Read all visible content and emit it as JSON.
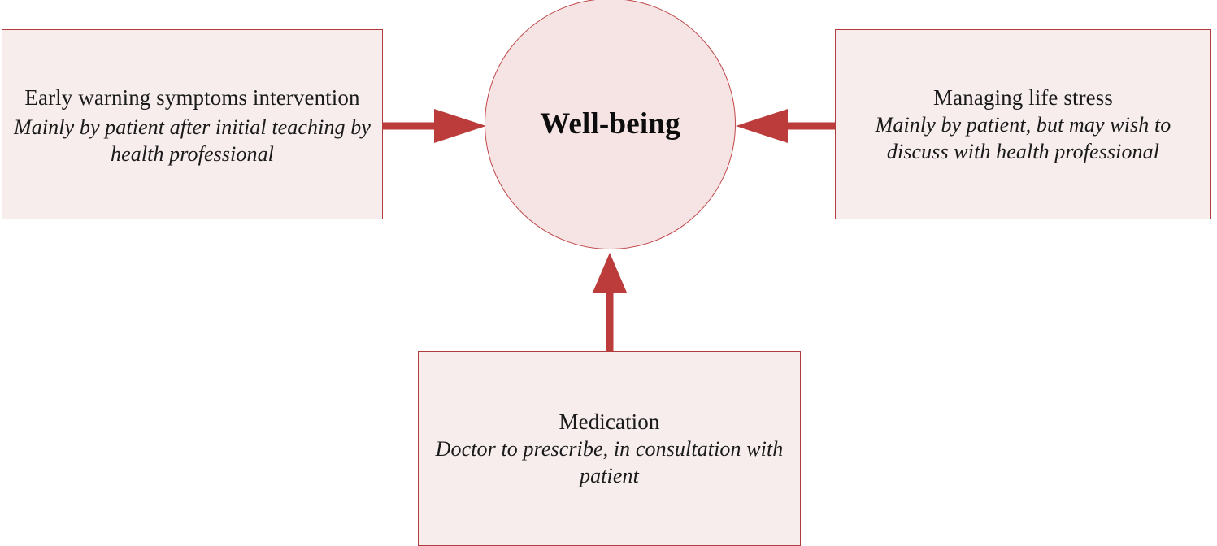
{
  "diagram": {
    "type": "hub-and-spoke",
    "center": {
      "id": "well-being",
      "label": "Well-being",
      "shape": "circle",
      "fill": "#f6e4e4",
      "stroke": "#c0474a"
    },
    "nodes": [
      {
        "id": "early-warning",
        "title": "Early warning symptoms intervention",
        "subtitle": "Mainly by patient after initial teaching by health professional",
        "position": "left",
        "fill": "#f7eded",
        "stroke": "#b23b3e"
      },
      {
        "id": "life-stress",
        "title": "Managing life stress",
        "subtitle": "Mainly by patient, but may wish to discuss with health professional",
        "position": "right",
        "fill": "#f7eded",
        "stroke": "#b23b3e"
      },
      {
        "id": "medication",
        "title": "Medication",
        "subtitle": "Doctor to prescribe, in consultation with patient",
        "position": "bottom",
        "fill": "#f7eded",
        "stroke": "#b23b3e"
      }
    ],
    "arrows": [
      {
        "id": "arrow-left-to-center",
        "from": "early-warning",
        "to": "well-being",
        "direction": "right",
        "color": "#bc3b3b"
      },
      {
        "id": "arrow-right-to-center",
        "from": "life-stress",
        "to": "well-being",
        "direction": "left",
        "color": "#bc3b3b"
      },
      {
        "id": "arrow-bottom-to-center",
        "from": "medication",
        "to": "well-being",
        "direction": "up",
        "color": "#bc3b3b"
      }
    ],
    "colors": {
      "arrow": "#bc3b3b",
      "box_fill": "#f7eded",
      "box_stroke": "#b23b3e",
      "circle_fill": "#f6e4e4",
      "circle_stroke": "#c0474a",
      "text": "#111111",
      "background": "#ffffff"
    }
  }
}
